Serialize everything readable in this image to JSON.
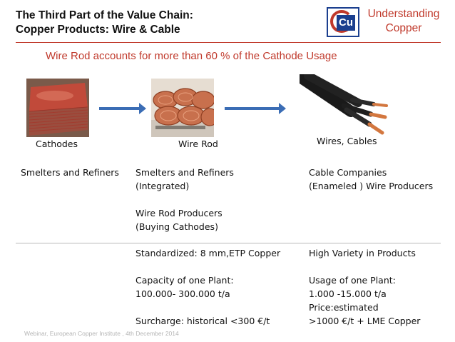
{
  "header": {
    "title_line1": "The Third Part of the Value Chain:",
    "title_line2": "Copper Products: Wire & Cable",
    "logo_text": "Cu",
    "brand_line1": "Understanding",
    "brand_line2": "Copper"
  },
  "subtitle": "Wire Rod accounts for more than 60 % of the Cathode Usage",
  "colors": {
    "accent_red": "#c0392b",
    "logo_blue": "#1b3f8f",
    "arrow_blue": "#3b6db5"
  },
  "stages": [
    {
      "caption": "Cathodes",
      "image": "stacked-copper-cathodes"
    },
    {
      "caption": "Wire Rod",
      "image": "copper-wire-rod-coils"
    },
    {
      "caption": "Wires, Cables",
      "image": "stripped-cable-wires"
    }
  ],
  "columns": {
    "col1": {
      "line1": "Smelters and Refiners"
    },
    "col2": {
      "line1": "Smelters and Refiners",
      "line2": "(Integrated)",
      "line3": "Wire Rod Producers",
      "line4": "(Buying Cathodes)",
      "line5": "Standardized: 8 mm,ETP Copper",
      "line6": "Capacity of one Plant:",
      "line7": "100.000- 300.000 t/a",
      "line8": "Surcharge: historical <300 €/t"
    },
    "col3": {
      "line1": "Cable Companies",
      "line2": "(Enameled ) Wire Producers",
      "line5": "High Variety in Products",
      "line6": "Usage of one Plant:",
      "line7": "1.000 -15.000 t/a",
      "line7b": "Price:estimated",
      "line8": ">1000 €/t + LME Copper"
    }
  },
  "footer": "Webinar, European Copper Institute , 4th December 2014"
}
